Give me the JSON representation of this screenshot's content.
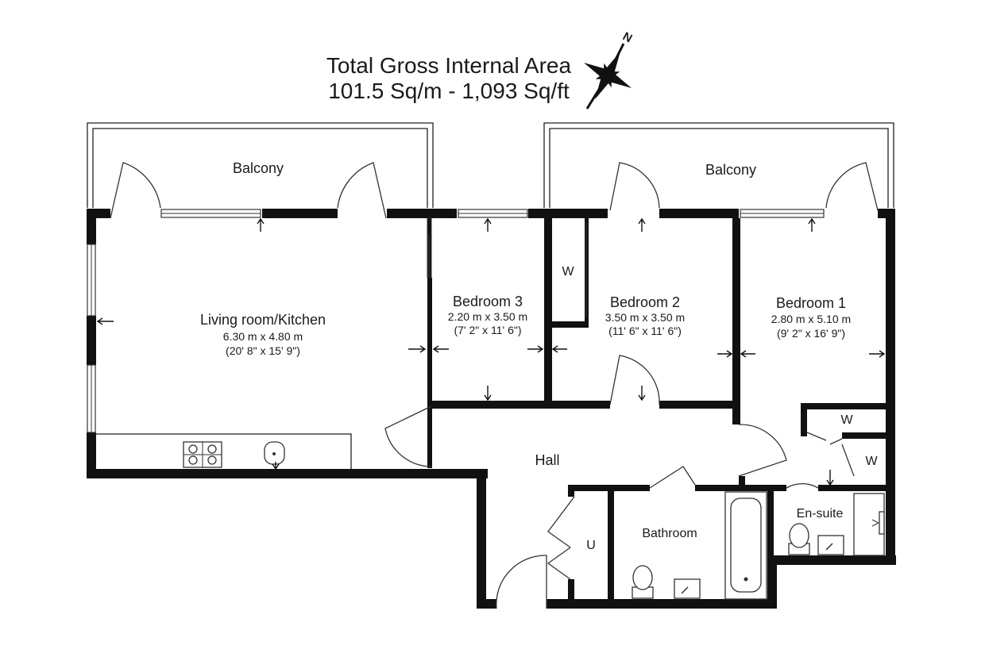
{
  "header": {
    "title": "Total Gross Internal Area",
    "area": "101.5 Sq/m - 1,093 Sq/ft",
    "compass_letter": "N"
  },
  "rooms": {
    "balcony_left": {
      "label": "Balcony"
    },
    "balcony_right": {
      "label": "Balcony"
    },
    "living": {
      "label": "Living room/Kitchen",
      "metric": "6.30 m x 4.80 m",
      "imperial": "(20' 8\" x 15' 9\")"
    },
    "bedroom3": {
      "label": "Bedroom 3",
      "metric": "2.20 m x 3.50 m",
      "imperial": "(7' 2\" x 11' 6\")"
    },
    "bedroom2": {
      "label": "Bedroom 2",
      "metric": "3.50 m x 3.50 m",
      "imperial": "(11' 6\" x 11' 6\")"
    },
    "bedroom1": {
      "label": "Bedroom 1",
      "metric": "2.80 m x 5.10 m",
      "imperial": "(9' 2\" x 16' 9\")"
    },
    "hall": {
      "label": "Hall"
    },
    "bathroom": {
      "label": "Bathroom"
    },
    "ensuite": {
      "label": "En-suite"
    },
    "utility": {
      "label": "U"
    },
    "wardrobe_b2": {
      "label": "W"
    },
    "wardrobe_b1_top": {
      "label": "W"
    },
    "wardrobe_b1_bottom": {
      "label": "W"
    }
  },
  "colors": {
    "wall": "#111111",
    "line": "#333333",
    "background": "#ffffff"
  },
  "icons": [
    "compass-rose-icon",
    "hob-icon",
    "sink-icon",
    "toilet-icon",
    "bathtub-icon",
    "shower-icon",
    "basin-icon"
  ]
}
